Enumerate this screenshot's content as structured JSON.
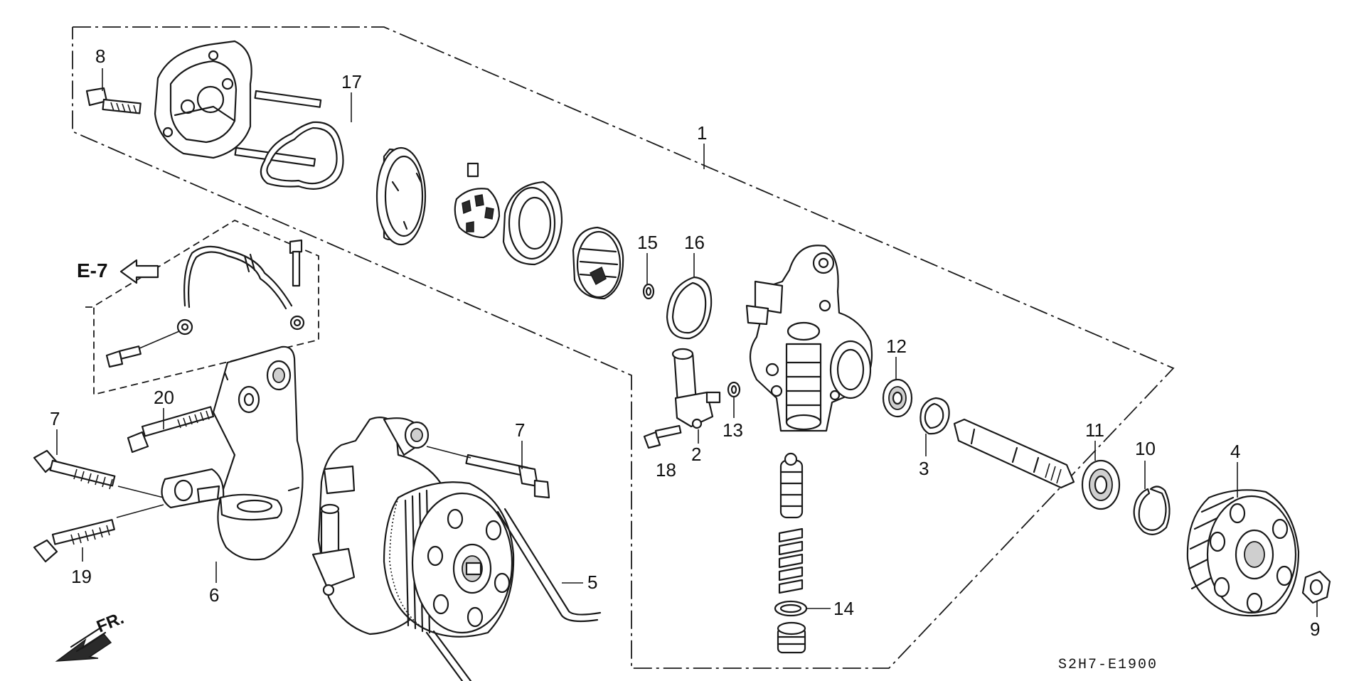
{
  "diagram": {
    "callouts": [
      {
        "id": "1",
        "text": "1"
      },
      {
        "id": "2",
        "text": "2"
      },
      {
        "id": "3",
        "text": "3"
      },
      {
        "id": "4",
        "text": "4"
      },
      {
        "id": "5",
        "text": "5"
      },
      {
        "id": "6",
        "text": "6"
      },
      {
        "id": "7a",
        "text": "7"
      },
      {
        "id": "7b",
        "text": "7"
      },
      {
        "id": "8",
        "text": "8"
      },
      {
        "id": "9",
        "text": "9"
      },
      {
        "id": "10",
        "text": "10"
      },
      {
        "id": "11",
        "text": "11"
      },
      {
        "id": "12",
        "text": "12"
      },
      {
        "id": "13",
        "text": "13"
      },
      {
        "id": "14",
        "text": "14"
      },
      {
        "id": "15",
        "text": "15"
      },
      {
        "id": "16",
        "text": "16"
      },
      {
        "id": "17",
        "text": "17"
      },
      {
        "id": "18",
        "text": "18"
      },
      {
        "id": "19",
        "text": "19"
      },
      {
        "id": "20",
        "text": "20"
      }
    ],
    "reference_arrow": "E-7",
    "direction_label": "FR.",
    "diagram_code": "S2H7-E1900",
    "icons": {
      "reference": "hollow-left-arrow-icon",
      "direction": "front-direction-arrow-icon"
    }
  }
}
